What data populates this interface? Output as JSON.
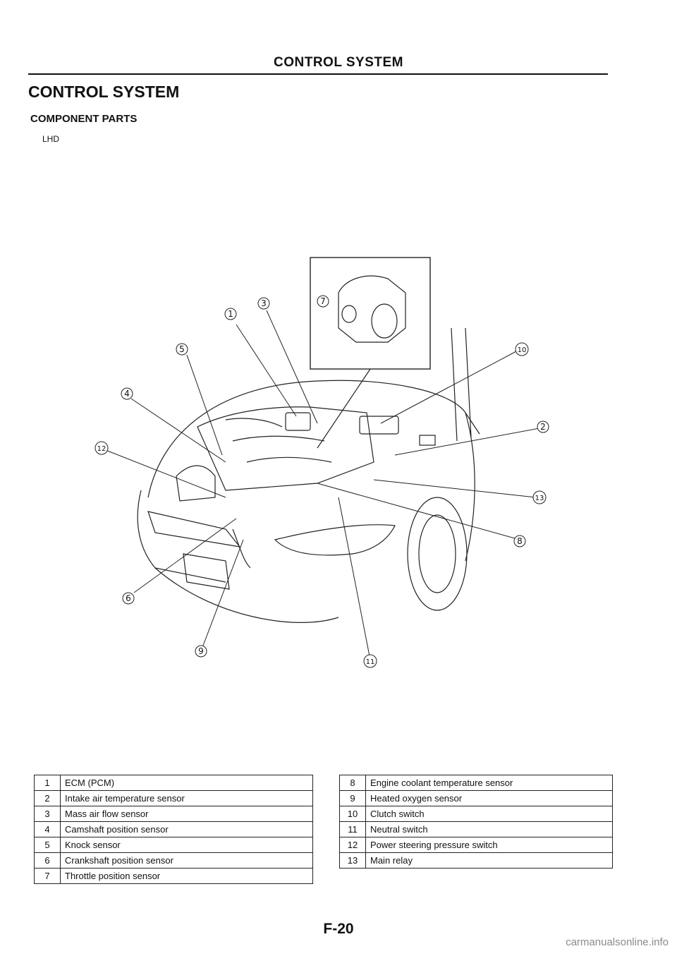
{
  "header": {
    "title": "CONTROL SYSTEM"
  },
  "section": {
    "title": "CONTROL SYSTEM",
    "subtitle": "COMPONENT PARTS",
    "variant": "LHD"
  },
  "illustration": {
    "callouts": [
      "1",
      "2",
      "3",
      "4",
      "5",
      "6",
      "7",
      "8",
      "9",
      "10",
      "11",
      "12",
      "13"
    ]
  },
  "parts": {
    "left": [
      {
        "num": "1",
        "name": "ECM (PCM)"
      },
      {
        "num": "2",
        "name": "Intake air temperature sensor"
      },
      {
        "num": "3",
        "name": "Mass air flow sensor"
      },
      {
        "num": "4",
        "name": "Camshaft position sensor"
      },
      {
        "num": "5",
        "name": "Knock sensor"
      },
      {
        "num": "6",
        "name": "Crankshaft position sensor"
      },
      {
        "num": "7",
        "name": "Throttle position sensor"
      }
    ],
    "right": [
      {
        "num": "8",
        "name": "Engine coolant temperature sensor"
      },
      {
        "num": "9",
        "name": "Heated oxygen sensor"
      },
      {
        "num": "10",
        "name": "Clutch switch"
      },
      {
        "num": "11",
        "name": "Neutral switch"
      },
      {
        "num": "12",
        "name": "Power steering pressure switch"
      },
      {
        "num": "13",
        "name": "Main relay"
      }
    ]
  },
  "footer": {
    "page_number": "F-20"
  },
  "watermark": "carmanualsonline.info"
}
